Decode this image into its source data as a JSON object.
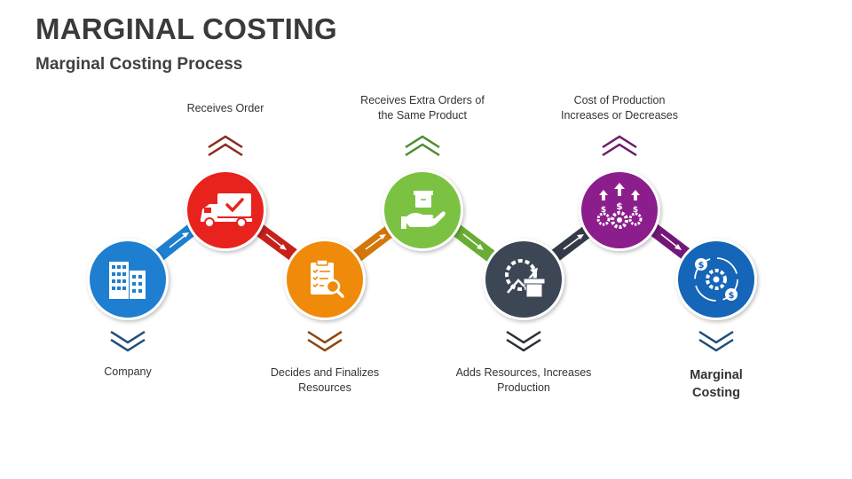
{
  "title": "MARGINAL COSTING",
  "subtitle": "Marginal Costing Process",
  "steps": [
    {
      "label": "Company",
      "color": "#1E7FD0",
      "icon": "office-building-icon"
    },
    {
      "label": "Receives Order",
      "color": "#E8231D",
      "icon": "delivery-truck-icon"
    },
    {
      "label": "Decides and Finalizes Resources",
      "color": "#F08A0A",
      "icon": "checklist-search-icon"
    },
    {
      "label": "Receives Extra Orders of the Same Product",
      "color": "#7CC242",
      "icon": "hand-box-icon"
    },
    {
      "label": "Adds Resources, Increases Production",
      "color": "#3D4654",
      "icon": "production-growth-icon"
    },
    {
      "label": "Cost of Production Increases or Decreases",
      "color": "#8B1E8C",
      "icon": "cost-gears-icon"
    },
    {
      "label": "Marginal Costing",
      "color": "#1565B8",
      "icon": "cost-cycle-icon"
    }
  ],
  "chevron_colors": [
    "#1F4E79",
    "#8B2A1A",
    "#8B4513",
    "#4E8B2E",
    "#2A2F38",
    "#6A1B6B",
    "#1F4E79"
  ]
}
